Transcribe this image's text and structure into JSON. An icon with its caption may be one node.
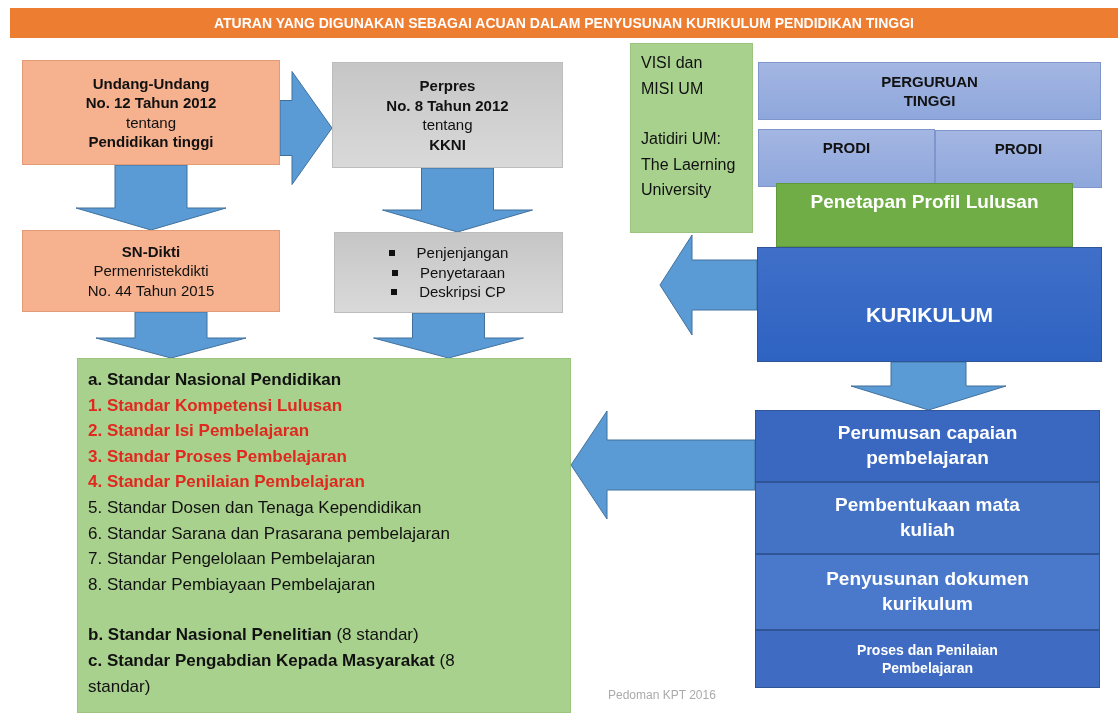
{
  "diagram": {
    "title": "ATURAN YANG DIGUNAKAN SEBAGAI ACUAN DALAM PENYUSUNAN KURIKULUM PENDIDIKAN TINGGI",
    "nodes": [
      {
        "text": [
          "Undang-Undang",
          "No. 12 Tahun 2012",
          "tentang",
          "Pendidikan tinggi"
        ]
      },
      {
        "text": [
          "Perpres",
          "No. 8 Tahun 2012",
          "tentang",
          "KKNI"
        ]
      },
      {
        "text": [
          "SN-Dikti",
          "Permenristekdikti",
          "No. 44 Tahun 2015"
        ]
      },
      {
        "text": [
          "Penjenjangan",
          "Penyetaraan",
          "Deskripsi CP"
        ]
      },
      {
        "text": [
          "a. Standar Nasional Pendidikan",
          "1. Standar Kompetensi Lulusan",
          "2. Standar Isi Pembelajaran",
          "3. Standar Proses Pembelajaran",
          "4. Standar Penilaian Pembelajaran",
          "5. Standar Dosen dan Tenaga Kependidikan",
          "6. Standar Sarana dan Prasarana pembelajaran",
          "7. Standar Pengelolaan Pembelajaran",
          "8. Standar Pembiayaan Pembelajaran",
          "**b. Standar Nasional Penelitian** (8 standar)",
          "**c. Standar Pengabdian Kepada Masyarakat** (8 standar)"
        ]
      },
      {
        "text": [
          "VISI dan MISI UM",
          "Jatidiri UM: The Laerning University"
        ]
      },
      {
        "text": [
          "PERGURUAN TINGGI"
        ]
      },
      {
        "text": [
          "PRODI"
        ]
      },
      {
        "text": [
          "PRODI"
        ]
      },
      {
        "text": [
          "KURIKULUM"
        ]
      },
      {
        "text": [
          "Penetapan Profil Lulusan"
        ]
      },
      {
        "text": [
          "Perumusan capaian pembelajaran"
        ]
      },
      {
        "text": [
          "Pembentukaan mata kuliah"
        ]
      },
      {
        "text": [
          "Penyusunan dokumen kurikulum"
        ]
      },
      {
        "text": [
          "Proses dan Penilaian Pembelajaran"
        ]
      }
    ],
    "edges": [
      {
        "from": 0,
        "to": 1,
        "arrow": "to"
      },
      {
        "from": 0,
        "to": 2,
        "arrow": "to"
      },
      {
        "from": 1,
        "to": 3,
        "arrow": "to"
      },
      {
        "from": 2,
        "to": 4,
        "arrow": "to"
      },
      {
        "from": 3,
        "to": 4,
        "arrow": "to"
      },
      {
        "from": 9,
        "to": 11,
        "arrow": "to"
      },
      {
        "from": 9,
        "to": null,
        "arrow": "to"
      },
      {
        "from": 11,
        "to": 4,
        "arrow": "to"
      }
    ],
    "labels": [
      "Pedoman KPT 2016"
    ]
  }
}
